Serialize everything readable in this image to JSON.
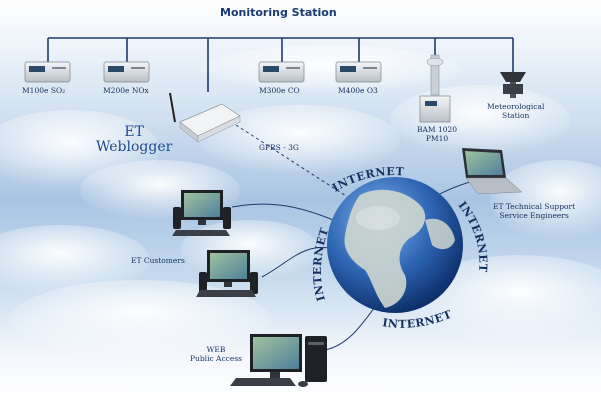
{
  "title": "Monitoring Station",
  "analyzers": [
    {
      "label": "M100e SO₂"
    },
    {
      "label": "M200e NOx"
    },
    {
      "label": "M300e CO"
    },
    {
      "label": "M400e O3"
    }
  ],
  "bam": {
    "line1": "BAM 1020",
    "line2": "PM10"
  },
  "met": {
    "line1": "Meteorological",
    "line2": "Station"
  },
  "weblogger": {
    "line1": "ET",
    "line2": "Weblogger"
  },
  "link_label": "GPRS - 3G",
  "internet_word": "INTERNET",
  "support": {
    "line1": "ET Technical Support",
    "line2": "Service Engineers"
  },
  "customers": "ET Customers",
  "web": {
    "line1": "WEB",
    "line2": "Public Access"
  },
  "colors": {
    "bus_line": "#1f3a6a",
    "text": "#15305e",
    "globe_ocean": "#2f67b5",
    "globe_land": "#cfd7cf",
    "internet_text": "#14305e"
  }
}
